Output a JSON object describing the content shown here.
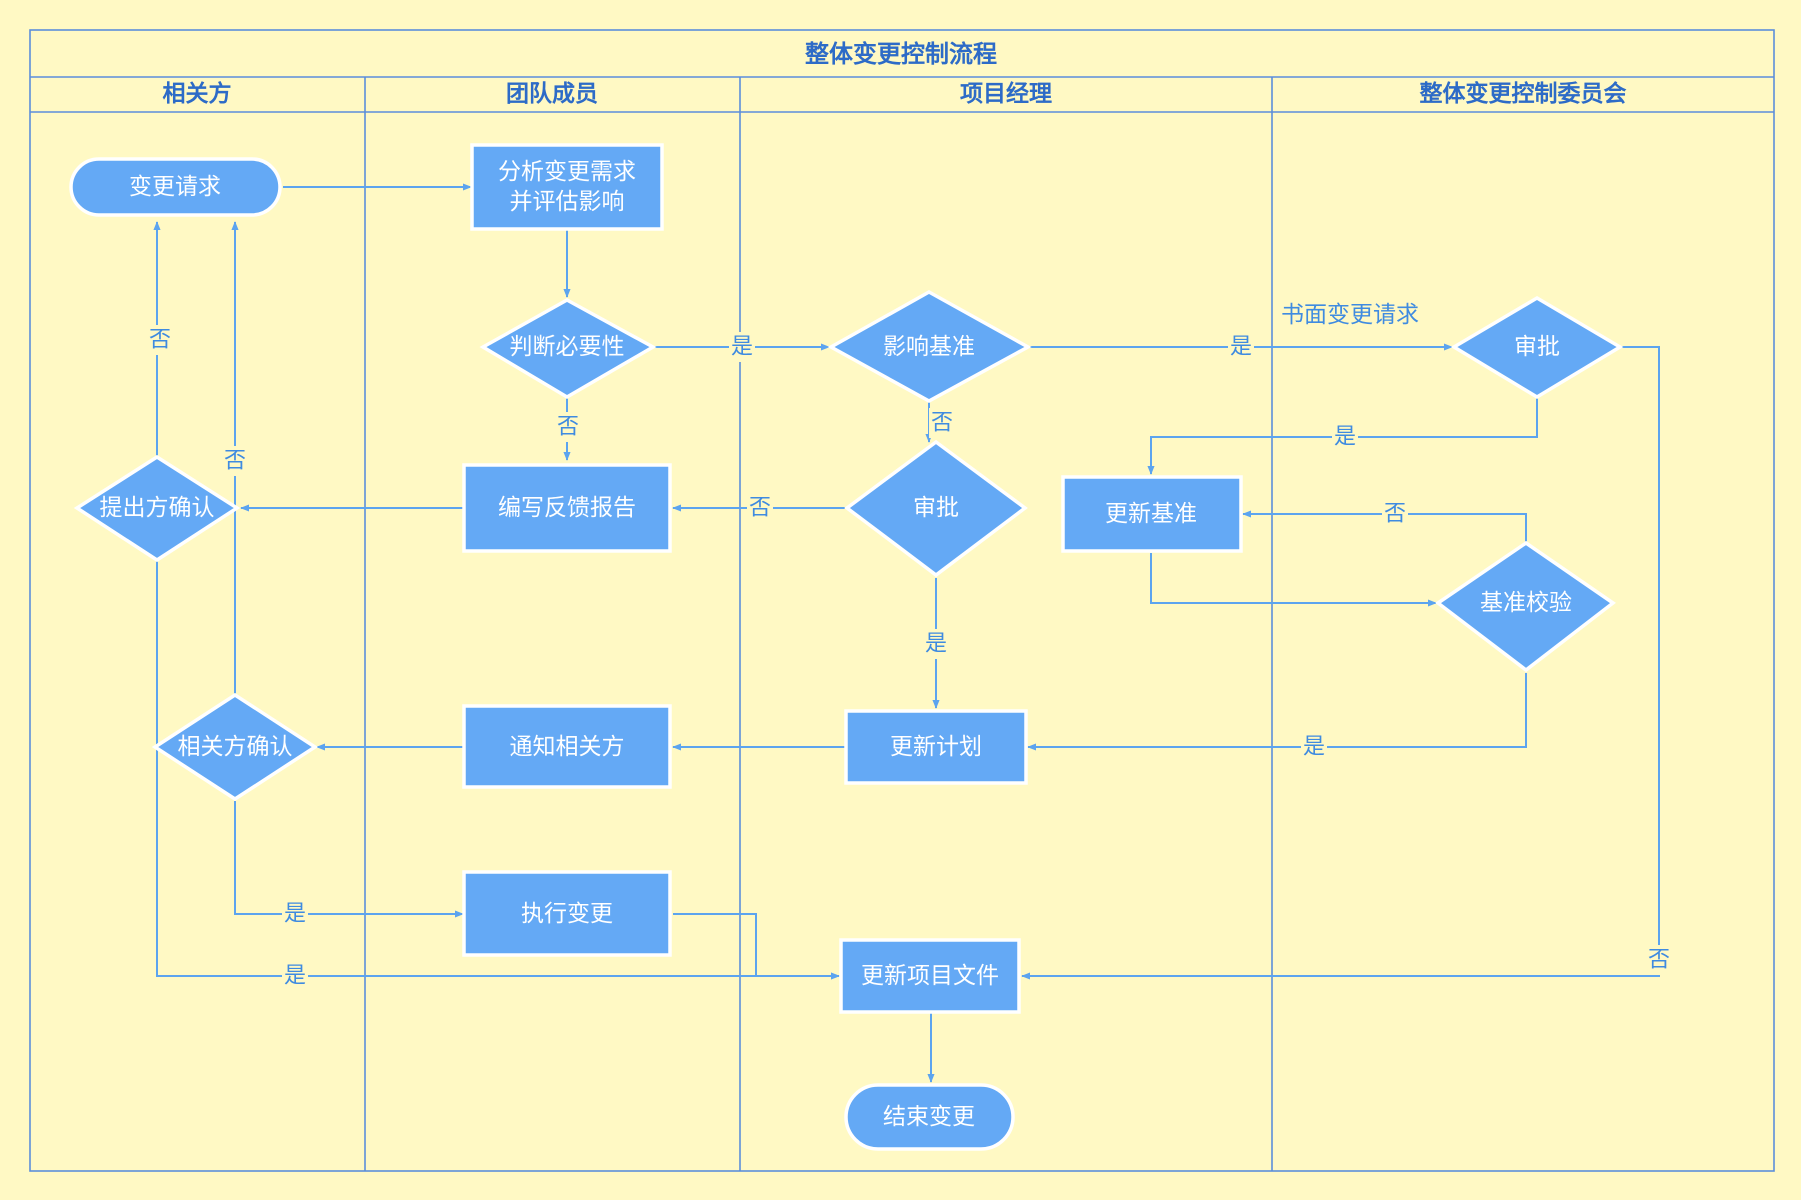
{
  "title": "整体变更控制流程",
  "lanes": [
    {
      "label": "相关方"
    },
    {
      "label": "团队成员"
    },
    {
      "label": "项目经理"
    },
    {
      "label": "整体变更控制委员会"
    }
  ],
  "nodes": {
    "change_request": {
      "lines": [
        "变更请求"
      ]
    },
    "analyze": {
      "lines": [
        "分析变更需求",
        "并评估影响"
      ]
    },
    "necessity": {
      "lines": [
        "判断必要性"
      ]
    },
    "affect_baseline": {
      "lines": [
        "影响基准"
      ]
    },
    "ccb_approve": {
      "lines": [
        "审批"
      ]
    },
    "proposer_confirm": {
      "lines": [
        "提出方确认"
      ]
    },
    "feedback_report": {
      "lines": [
        "编写反馈报告"
      ]
    },
    "pm_approve": {
      "lines": [
        "审批"
      ]
    },
    "update_baseline": {
      "lines": [
        "更新基准"
      ]
    },
    "baseline_check": {
      "lines": [
        "基准校验"
      ]
    },
    "stakeholder_confirm": {
      "lines": [
        "相关方确认"
      ]
    },
    "notify": {
      "lines": [
        "通知相关方"
      ]
    },
    "update_plan": {
      "lines": [
        "更新计划"
      ]
    },
    "execute": {
      "lines": [
        "执行变更"
      ]
    },
    "update_docs": {
      "lines": [
        "更新项目文件"
      ]
    },
    "end": {
      "lines": [
        "结束变更"
      ]
    }
  },
  "labels": {
    "yes": "是",
    "no": "否",
    "written_request": "书面变更请求"
  },
  "colors": {
    "background": "#FFF9C4",
    "node_fill": "#64A9F5",
    "edge": "#5CA4EF",
    "text_accent": "#2D6BC7"
  }
}
